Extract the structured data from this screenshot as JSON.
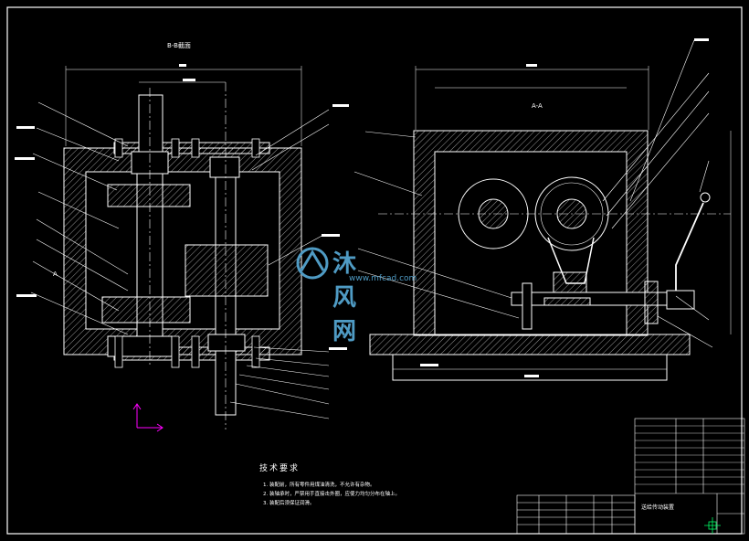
{
  "drawing": {
    "view_left_title": "B-B截面",
    "view_right_title": "A-A",
    "section_mark_a": "A",
    "title_block_name": "送给传动装置",
    "watermark_cn": "沐风网",
    "watermark_url": "www.mfcad.com",
    "tech_requirements": {
      "heading": "技术要求",
      "items": [
        "1. 装配前，所有零件用煤油清洗，不允许有杂物。",
        "2. 装轴承时，严禁用手直接击外圈，应使力均匀分布在轴上。",
        "3. 装配后须保证润滑。"
      ]
    }
  },
  "colors": {
    "background": "#000000",
    "line": "#ffffff",
    "axis_x": "#ff00ff",
    "axis_y": "#ff00ff",
    "watermark": "#4f9bc4",
    "crosshair": "#00ff66"
  }
}
